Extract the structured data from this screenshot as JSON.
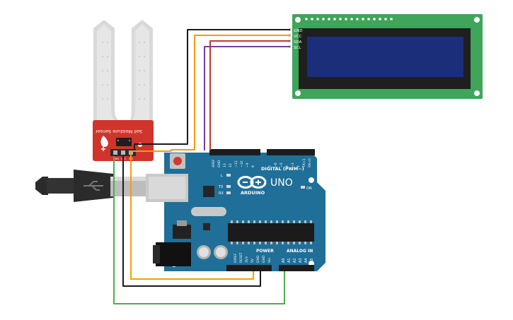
{
  "sensor": {
    "name": "Soil Moisture Sensor",
    "pins": [
      "GND",
      "VCC",
      "SIG"
    ]
  },
  "lcd": {
    "pins": [
      "GND",
      "VCC",
      "SDA",
      "SCL"
    ]
  },
  "arduino": {
    "brand": "ARDUINO",
    "model": "UNO",
    "digital_label": "DIGITAL (PWM~)",
    "digital_pins": [
      "AREF",
      "GND",
      "13",
      "12",
      "~11",
      "~10",
      "~9",
      "8",
      "7",
      "~6",
      "~5",
      "4",
      "~3",
      "2",
      "TX>1",
      "RX<0"
    ],
    "power_label": "POWER",
    "power_pins": [
      "IOREF",
      "RESET",
      "3V3",
      "5V",
      "GND",
      "GND",
      "Vin"
    ],
    "analog_label": "ANALOG IN",
    "analog_pins": [
      "A0",
      "A1",
      "A2",
      "A3",
      "A4",
      "A5"
    ],
    "led_labels": [
      "L",
      "TX",
      "RX"
    ],
    "on_label": "ON"
  },
  "wires": {
    "colors": {
      "black": "#1a1a1a",
      "orange": "#f39c12",
      "red": "#c0392b",
      "purple": "#7d3c98",
      "green": "#4caf50"
    }
  }
}
